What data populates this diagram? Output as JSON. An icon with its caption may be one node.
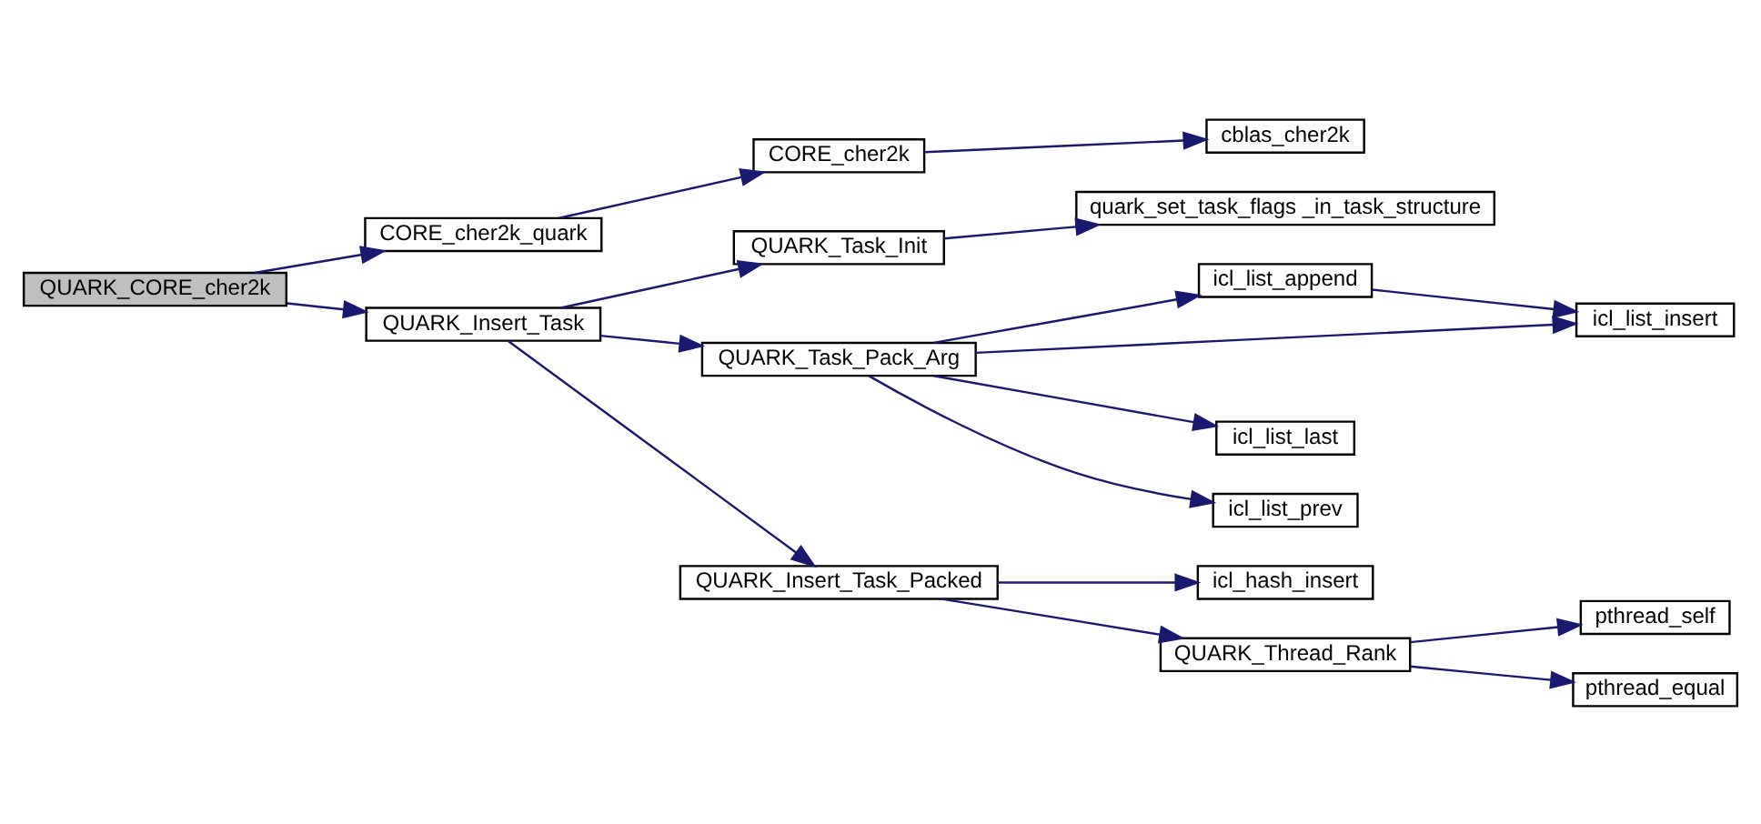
{
  "diagram": {
    "nodes": [
      {
        "text": [
          "QUARK_CORE_cher2k"
        ]
      },
      {
        "text": [
          "CORE_cher2k_quark"
        ]
      },
      {
        "text": [
          "CORE_cher2k"
        ]
      },
      {
        "text": [
          "cblas_cher2k"
        ]
      },
      {
        "text": [
          "QUARK_Insert_Task"
        ]
      },
      {
        "text": [
          "QUARK_Task_Init"
        ]
      },
      {
        "text": [
          "quark_set_task_flags _in_task_structure"
        ]
      },
      {
        "text": [
          "QUARK_Task_Pack_Arg"
        ]
      },
      {
        "text": [
          "icl_list_append"
        ]
      },
      {
        "text": [
          "icl_list_insert"
        ]
      },
      {
        "text": [
          "icl_list_last"
        ]
      },
      {
        "text": [
          "icl_list_prev"
        ]
      },
      {
        "text": [
          "QUARK_Insert_Task_Packed"
        ]
      },
      {
        "text": [
          "icl_hash_insert"
        ]
      },
      {
        "text": [
          "QUARK_Thread_Rank"
        ]
      },
      {
        "text": [
          "pthread_self"
        ]
      },
      {
        "text": [
          "pthread_equal"
        ]
      }
    ],
    "edges": [
      {
        "from": 0,
        "to": 1,
        "arrow": "to"
      },
      {
        "from": 0,
        "to": 4,
        "arrow": "to"
      },
      {
        "from": 1,
        "to": 2,
        "arrow": "to"
      },
      {
        "from": 2,
        "to": 3,
        "arrow": "to"
      },
      {
        "from": 4,
        "to": 5,
        "arrow": "to"
      },
      {
        "from": 4,
        "to": 7,
        "arrow": "to"
      },
      {
        "from": 4,
        "to": 12,
        "arrow": "to"
      },
      {
        "from": 5,
        "to": 6,
        "arrow": "to"
      },
      {
        "from": 7,
        "to": 8,
        "arrow": "to"
      },
      {
        "from": 7,
        "to": 9,
        "arrow": "to"
      },
      {
        "from": 7,
        "to": 10,
        "arrow": "to"
      },
      {
        "from": 7,
        "to": 11,
        "arrow": "to"
      },
      {
        "from": 8,
        "to": 9,
        "arrow": "to"
      },
      {
        "from": 12,
        "to": 13,
        "arrow": "to"
      },
      {
        "from": 12,
        "to": 14,
        "arrow": "to"
      },
      {
        "from": 14,
        "to": 15,
        "arrow": "to"
      },
      {
        "from": 14,
        "to": 16,
        "arrow": "to"
      }
    ]
  }
}
